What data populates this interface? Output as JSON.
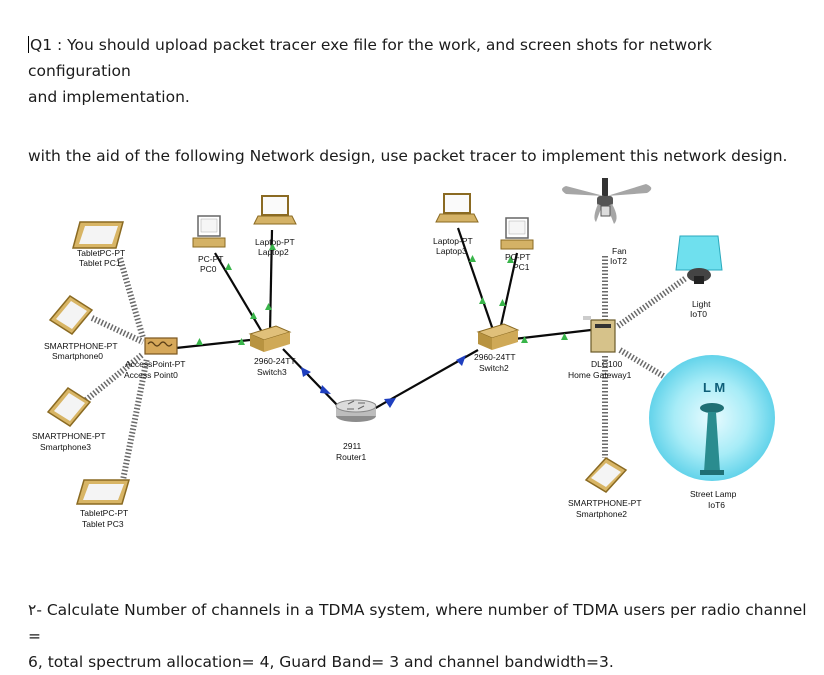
{
  "q1": {
    "line1": "Q1 : You should upload packet tracer exe file for the work, and screen shots for network configuration",
    "line2": "and implementation."
  },
  "intro": "with the aid of the following Network design, use packet tracer to implement this network design.",
  "q2": {
    "line1": "٢- Calculate Number of channels in a TDMA system, where number of TDMA users per radio channel =",
    "line2": "6, total spectrum allocation= 4, Guard Band= 3 and channel bandwidth=3."
  },
  "network": {
    "tablet_pc1": {
      "type": "TabletPC-PT",
      "name": "Tablet PC1"
    },
    "pc0": {
      "type": "PC-PT",
      "name": "PC0"
    },
    "laptop2": {
      "type": "Laptop-PT",
      "name": "Laptop2"
    },
    "laptop3": {
      "type": "Laptop-PT",
      "name": "Laptop3"
    },
    "pc1": {
      "type": "PC-PT",
      "name": "PC1"
    },
    "fan": {
      "type": "Fan",
      "name": "IoT2"
    },
    "light": {
      "type": "Light",
      "name": "IoT0"
    },
    "smartphone0": {
      "type": "SMARTPHONE-PT",
      "name": "Smartphone0"
    },
    "access_point": {
      "type": "AccessPoint-PT",
      "name": "Access Point0"
    },
    "switch3": {
      "type": "2960-24TT",
      "name": "Switch3"
    },
    "switch2": {
      "type": "2960-24TT",
      "name": "Switch2"
    },
    "gateway": {
      "type": "DLC100",
      "name": "Home Gateway1"
    },
    "router": {
      "type": "2911",
      "name": "Router1"
    },
    "smartphone3": {
      "type": "SMARTPHONE-PT",
      "name": "Smartphone3"
    },
    "tablet_pc3": {
      "type": "TabletPC-PT",
      "name": "Tablet PC3"
    },
    "smartphone2": {
      "type": "SMARTPHONE-PT",
      "name": "Smartphone2"
    },
    "street_lamp": {
      "type": "Street Lamp",
      "name": "IoT6",
      "glyph": "L M"
    }
  },
  "colors": {
    "text": "#1b1b1b",
    "link": "#0a0a0a",
    "link_up": "#39b54a",
    "link_down": "#1f3fbf",
    "wireless": "#555555",
    "lamp_glow": "#8fe3f2"
  }
}
